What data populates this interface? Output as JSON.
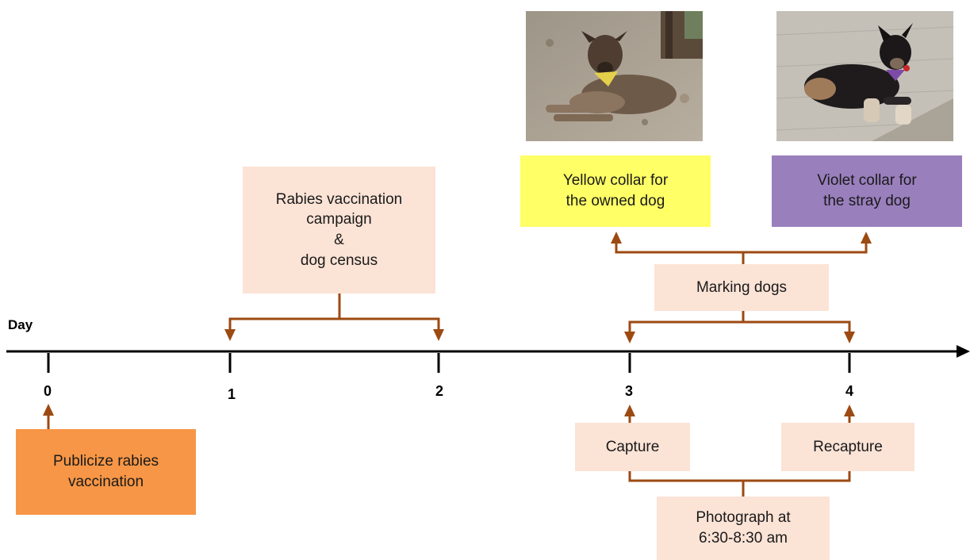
{
  "axis": {
    "label": "Day",
    "ticks": [
      "0",
      "1",
      "2",
      "3",
      "4"
    ]
  },
  "boxes": {
    "publicize": [
      "Publicize rabies",
      "vaccination"
    ],
    "campaign": [
      "Rabies vaccination",
      "campaign",
      "&",
      "dog census"
    ],
    "marking": [
      "Marking dogs"
    ],
    "yellow_collar": [
      "Yellow collar for",
      "the owned dog"
    ],
    "violet_collar": [
      "Violet collar for",
      "the stray dog"
    ],
    "capture": [
      "Capture"
    ],
    "recapture": [
      "Recapture"
    ],
    "photograph": [
      "Photograph at",
      "6:30-8:30 am"
    ]
  },
  "photos": [
    {
      "name": "owned-dog-photo",
      "subject": "dog with yellow collar"
    },
    {
      "name": "stray-dog-photo",
      "subject": "dog with violet collar"
    }
  ],
  "colors": {
    "axis": "#000000",
    "connector": "#9c4a12",
    "peach_box": "#fbe3d6",
    "orange_box": "#f79646",
    "yellow_box": "#ffff66",
    "violet_box": "#9a7fbd"
  }
}
